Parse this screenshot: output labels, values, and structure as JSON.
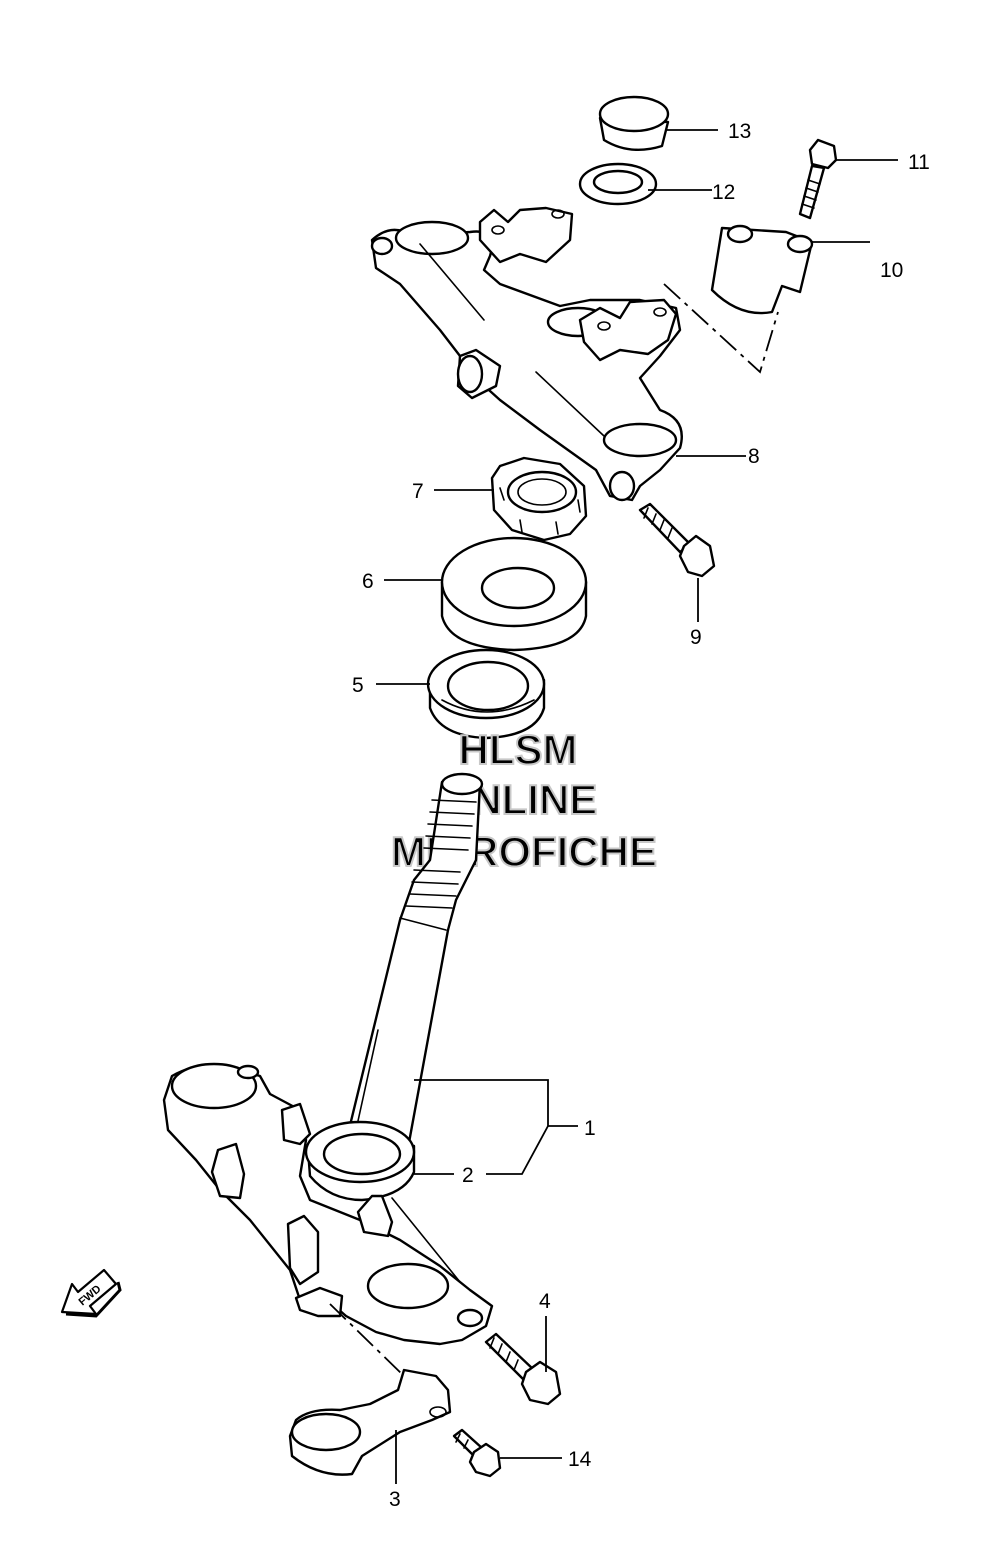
{
  "watermark": {
    "line1": "HLSM",
    "line2": "ONLINE",
    "line3": "MICROFICHE"
  },
  "fwd_label": "FWD",
  "callouts": [
    "1",
    "2",
    "3",
    "4",
    "5",
    "6",
    "7",
    "8",
    "9",
    "10",
    "11",
    "12",
    "13",
    "14"
  ]
}
